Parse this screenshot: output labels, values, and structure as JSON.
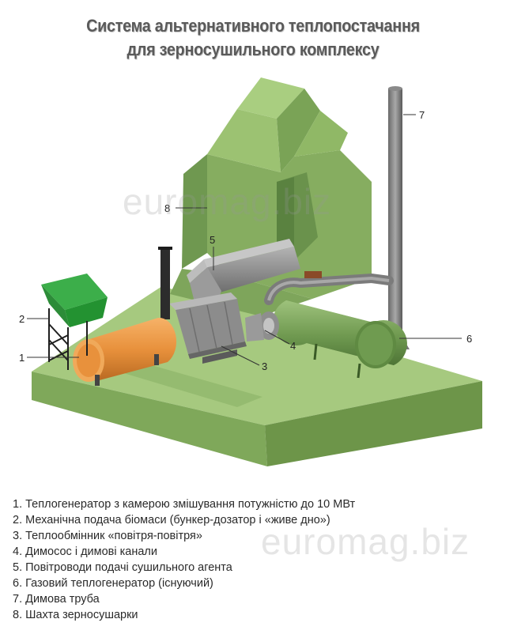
{
  "title": {
    "line1": "Система альтернативного теплопостачання",
    "line2": "для зерносушильного комплексу"
  },
  "callouts": [
    "1",
    "2",
    "3",
    "4",
    "5",
    "6",
    "7",
    "8"
  ],
  "legend": [
    "1. Теплогенератор з камерою змішування потужністю до 10 МВт",
    "2. Механічна подача біомаси (бункер-дозатор і «живе дно»)",
    "3. Теплообмінник «повітря-повітря»",
    "4. Димосос і димові канали",
    "5. Повітроводи подачі сушильного агента",
    "6. Газовий теплогенератор (існуючий)",
    "7. Димова труба",
    "8. Шахта зерносушарки"
  ],
  "watermarks": [
    "euromag.biz",
    "euromag.biz"
  ],
  "colors": {
    "platform": "#8fb56a",
    "grain_dryer": "#7aa356",
    "boiler": "#e8913c",
    "hopper": "#2f9a3c",
    "gas_heater": "#6f9950",
    "ducts": "#8c8c8c"
  }
}
